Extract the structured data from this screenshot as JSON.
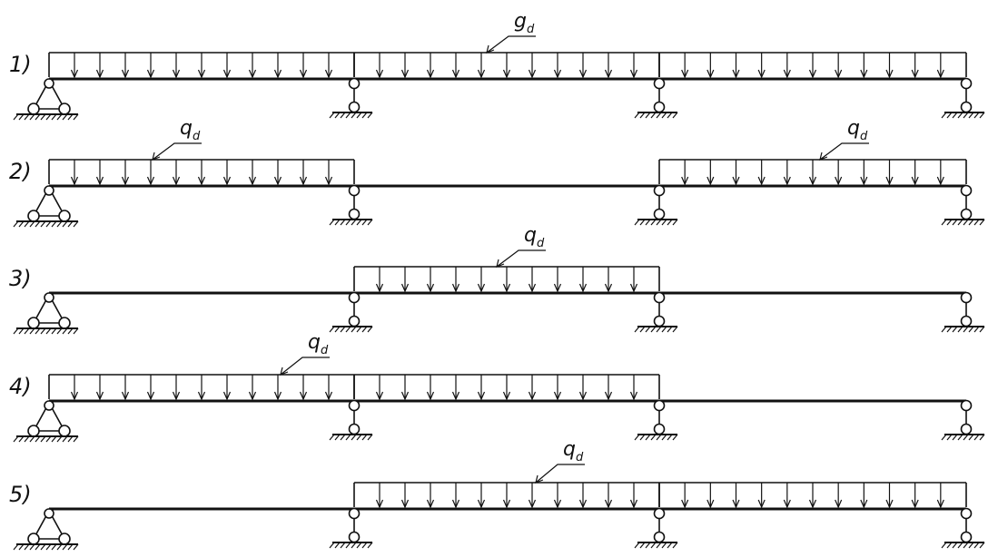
{
  "cases": [
    {
      "label": "1)",
      "load_symbol": "g",
      "load_subscript": "d",
      "loaded_spans": [
        1,
        2,
        3
      ]
    },
    {
      "label": "2)",
      "load_symbol": "q",
      "load_subscript": "d",
      "loaded_spans": [
        1,
        3
      ]
    },
    {
      "label": "3)",
      "load_symbol": "q",
      "load_subscript": "d",
      "loaded_spans": [
        2
      ]
    },
    {
      "label": "4)",
      "load_symbol": "q",
      "load_subscript": "d",
      "loaded_spans": [
        1,
        2
      ]
    },
    {
      "label": "5)",
      "load_symbol": "q",
      "load_subscript": "d",
      "loaded_spans": [
        2,
        3
      ]
    }
  ],
  "supports": [
    "fixed-pin",
    "roller",
    "roller",
    "roller"
  ]
}
